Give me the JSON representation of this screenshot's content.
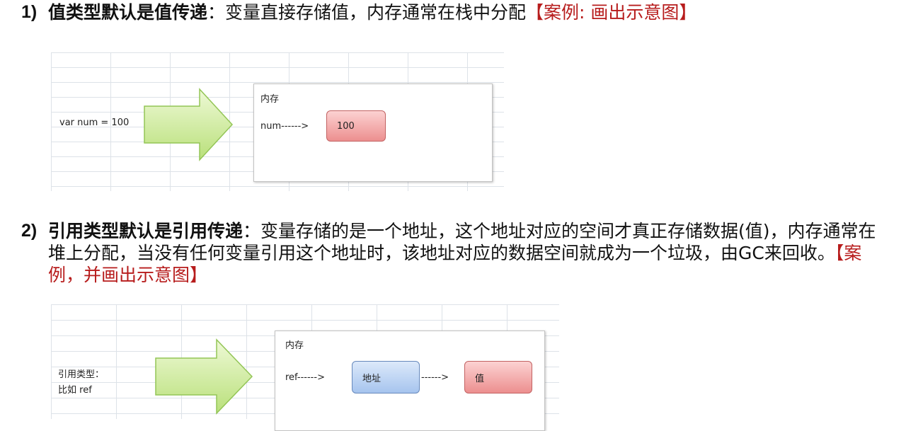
{
  "item1": {
    "num": "1)",
    "bold": "值类型默认是值传递",
    "text": "：变量直接存储值，内存通常在栈中分配",
    "note": "【案例: 画出示意图】",
    "diagram": {
      "code": "var num = 100",
      "memory_title": "内存",
      "pointer": "num------>",
      "value": "100"
    }
  },
  "item2": {
    "num": "2)",
    "bold": "引用类型默认是引用传递",
    "text": "：变量存储的是一个地址，这个地址对应的空间才真正存储数据(值)，内存通常在堆上分配，当没有任何变量引用这个地址时，该地址对应的数据空间就成为一个垃圾，由GC来回收。",
    "note": "【案例，并画出示意图】",
    "diagram": {
      "label_line1": "引用类型：",
      "label_line2": "比如 ref",
      "memory_title": "内存",
      "pointer": "ref------>",
      "address": "地址",
      "arrow2": "------>",
      "value": "值"
    }
  },
  "colors": {
    "note_red": "#b71c1c",
    "arrow_green": "#c8ec8e",
    "value_block": "#ec8f8f",
    "address_block": "#a6c4ee"
  }
}
